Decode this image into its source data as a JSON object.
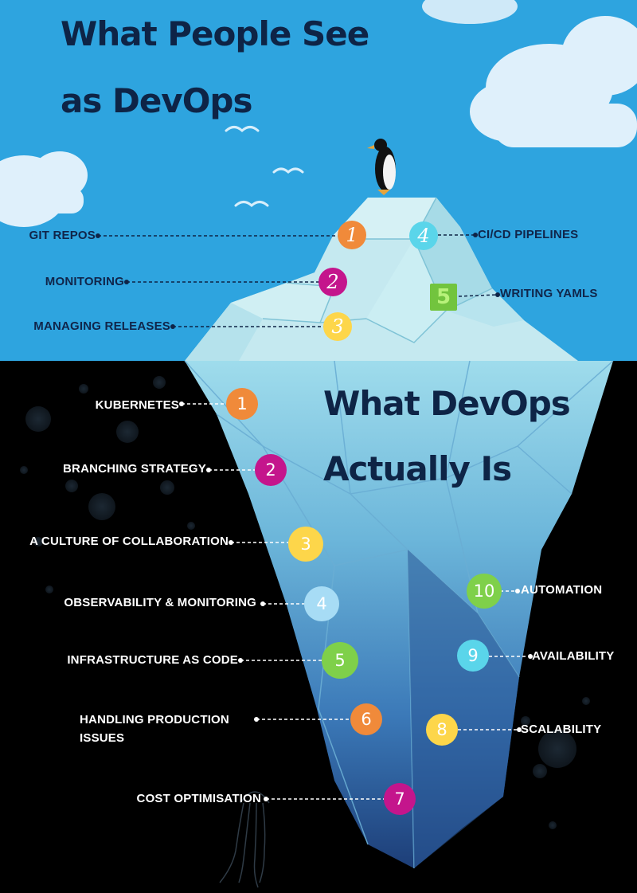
{
  "titles": {
    "top_line1": "What People See",
    "top_line2": "as DevOps",
    "bottom_line1": "What DevOps",
    "bottom_line2": "Actually Is"
  },
  "colors": {
    "sky": "#2ea4df",
    "ocean": "#000000",
    "iceberg_top": "#bfe6ef",
    "iceberg_bottom": "#234b87",
    "title": "#0e2446",
    "orange": "#f08a3a",
    "magenta": "#c4158c",
    "yellow": "#fdd64a",
    "light_blue": "#a7dcf5",
    "green": "#7fd04a",
    "cyan": "#5ad5ea"
  },
  "above_water": [
    {
      "n": "1",
      "label": "GIT REPOS",
      "color": "orange"
    },
    {
      "n": "2",
      "label": "MONITORING",
      "color": "magenta"
    },
    {
      "n": "3",
      "label": "MANAGING RELEASES",
      "color": "yellow"
    },
    {
      "n": "4",
      "label": "CI/CD PIPELINES",
      "color": "cyan"
    },
    {
      "n": "5",
      "label": "WRITING YAMLS",
      "color": "green"
    }
  ],
  "below_water": [
    {
      "n": "1",
      "label": "KUBERNETES",
      "color": "orange"
    },
    {
      "n": "2",
      "label": "BRANCHING STRATEGY",
      "color": "magenta"
    },
    {
      "n": "3",
      "label": "A CULTURE OF COLLABORATION",
      "color": "yellow"
    },
    {
      "n": "4",
      "label": "OBSERVABILITY & MONITORING",
      "color": "light_blue"
    },
    {
      "n": "5",
      "label": "INFRASTRUCTURE  AS CODE",
      "color": "green"
    },
    {
      "n": "6",
      "label_line1": "HANDLING PRODUCTION",
      "label_line2": "ISSUES",
      "color": "orange"
    },
    {
      "n": "7",
      "label": "COST OPTIMISATION",
      "color": "magenta"
    },
    {
      "n": "8",
      "label": "SCALABILITY",
      "color": "yellow"
    },
    {
      "n": "9",
      "label": "AVAILABILITY",
      "color": "cyan"
    },
    {
      "n": "10",
      "label": "AUTOMATION",
      "color": "green"
    }
  ]
}
